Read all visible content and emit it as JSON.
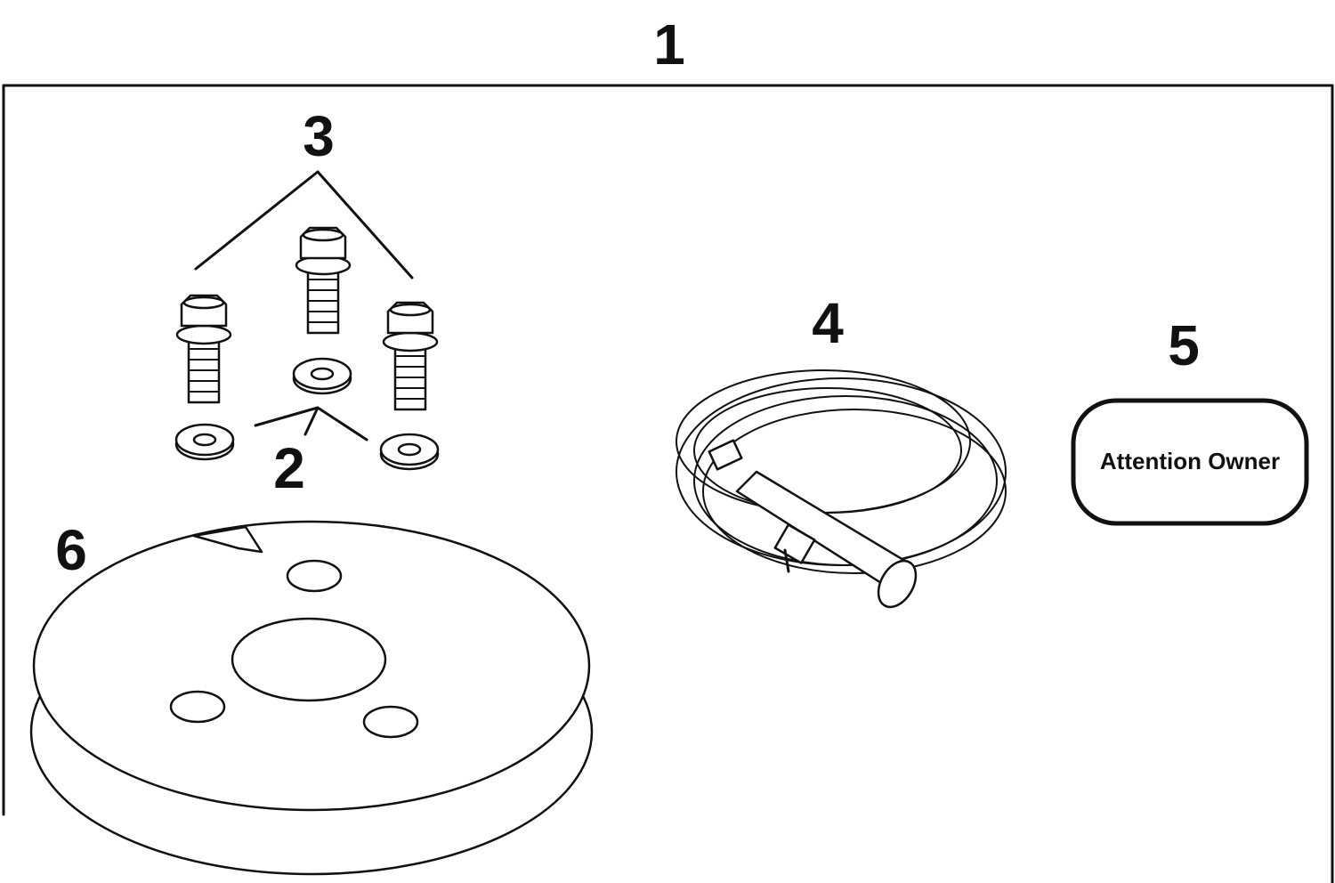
{
  "callouts": {
    "kit": "1",
    "washers": "2",
    "bolts": "3",
    "cable": "4",
    "label": "5",
    "pulley": "6"
  },
  "label_text": "Attention Owner"
}
